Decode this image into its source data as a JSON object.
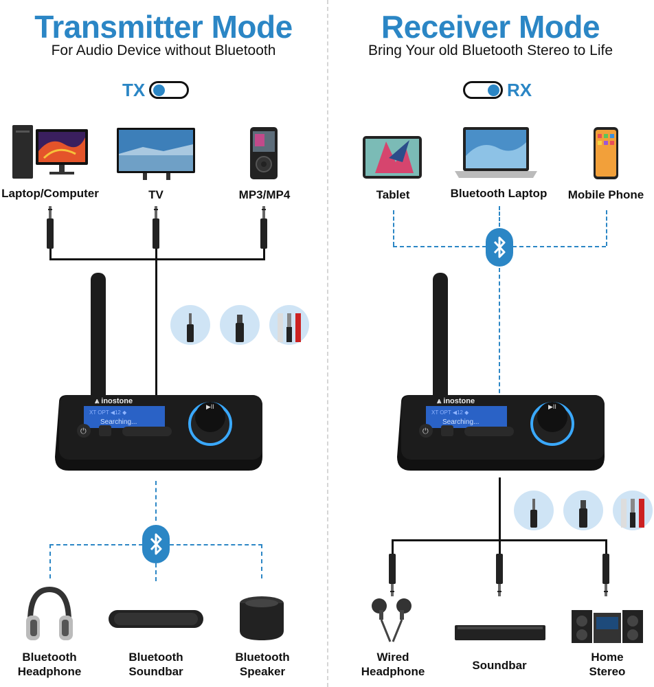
{
  "left": {
    "title": "Transmitter Mode",
    "subtitle": "For Audio Device without Bluetooth",
    "mode_label": "TX",
    "sources": [
      {
        "label": "Laptop/Computer",
        "icon": "desktop-computer-icon"
      },
      {
        "label": "TV",
        "icon": "tv-icon"
      },
      {
        "label": "MP3/MP4",
        "icon": "mp3-player-icon"
      }
    ],
    "device": {
      "brand": "inostone",
      "screen_line1": "XT  OPT     ◀12 ◆",
      "screen_line2": "Searching..."
    },
    "outputs": [
      {
        "label": "Bluetooth Headphone",
        "icon": "headphone-icon"
      },
      {
        "label": "Bluetooth Soundbar",
        "icon": "soundbar-icon"
      },
      {
        "label": "Bluetooth Speaker",
        "icon": "speaker-icon"
      }
    ]
  },
  "right": {
    "title": "Receiver Mode",
    "subtitle": "Bring Your old Bluetooth Stereo to Life",
    "mode_label": "RX",
    "sources": [
      {
        "label": "Tablet",
        "icon": "tablet-icon"
      },
      {
        "label": "Bluetooth Laptop",
        "icon": "laptop-icon"
      },
      {
        "label": "Mobile Phone",
        "icon": "mobile-phone-icon"
      }
    ],
    "device": {
      "brand": "inostone",
      "screen_line1": "XT  OPT     ◀12 ◆",
      "screen_line2": "Searching..."
    },
    "outputs": [
      {
        "label": "Wired Headphone",
        "icon": "earphones-icon"
      },
      {
        "label": "Soundbar",
        "icon": "soundbar-icon"
      },
      {
        "label": "Home Stereo",
        "icon": "home-stereo-icon"
      }
    ]
  },
  "colors": {
    "accent": "#2b86c5",
    "connector_bg": "#cfe4f5",
    "device_body": "#1a1a1a",
    "ring_glow": "#3aa9ff"
  }
}
